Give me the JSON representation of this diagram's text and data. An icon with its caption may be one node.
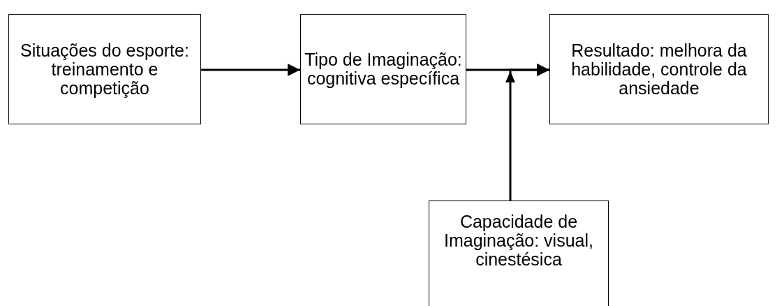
{
  "diagram": {
    "nodes": [
      {
        "text": [
          "Situações do esporte: treinamento e competição"
        ]
      },
      {
        "text": [
          "Tipo de Imaginação: cognitiva específica"
        ]
      },
      {
        "text": [
          "Resultado: melhora da habilidade, controle da ansiedade"
        ]
      },
      {
        "text": [
          "Capacidade de Imaginação: visual, cinestésica"
        ]
      }
    ],
    "edges": [
      {
        "from": 0,
        "to": 1,
        "arrow": "to"
      },
      {
        "from": 1,
        "to": 2,
        "arrow": "to"
      },
      {
        "from": 3,
        "to": 2,
        "arrow": "to"
      }
    ]
  }
}
